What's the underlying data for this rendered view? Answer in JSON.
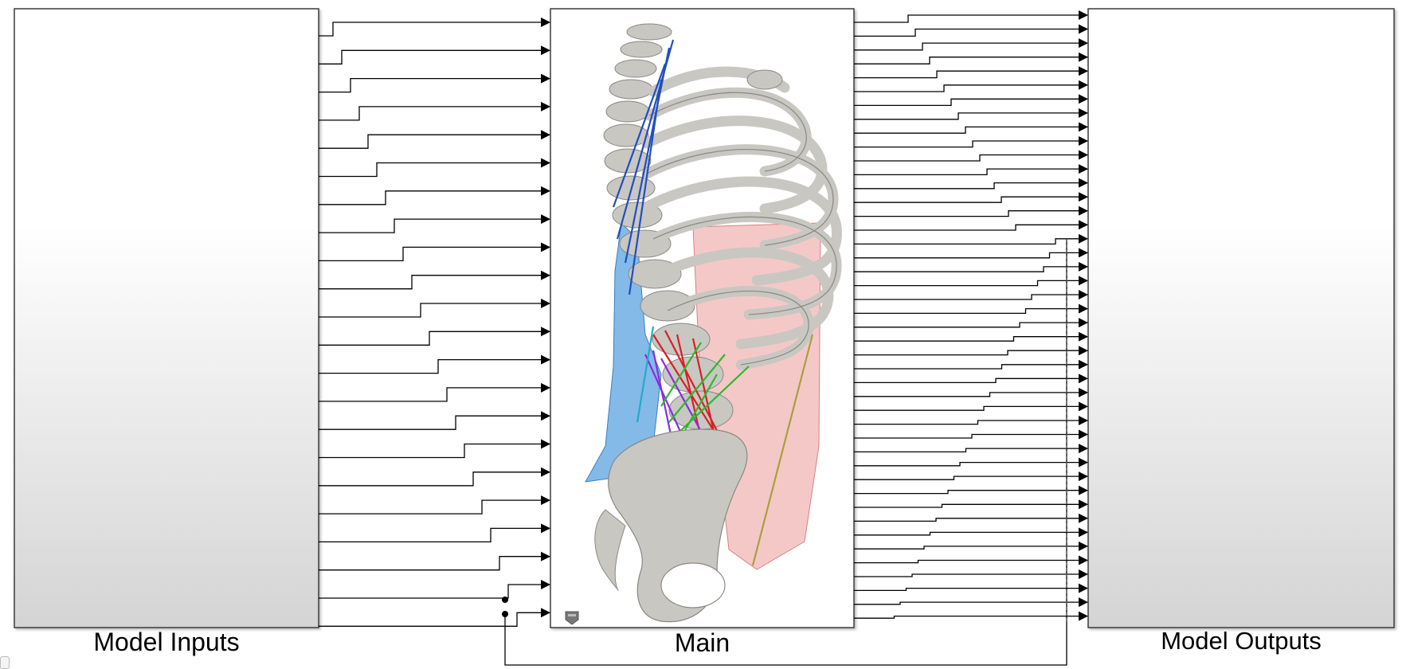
{
  "diagram": {
    "blocks": {
      "inputs": {
        "label": "Model Inputs"
      },
      "main": {
        "label": "Main",
        "image": "human-torso-spine-ribcage-pelvis-muscle-model",
        "mask_icon": "subsystem-mask-icon"
      },
      "outputs": {
        "label": "Model Outputs"
      }
    },
    "colors": {
      "block_border": "#3a3a3a",
      "block_gradient_top": "#ffffff",
      "block_gradient_bottom": "#d6d6d6",
      "signal_line": "#000000",
      "bone": "#c9c7c2",
      "tissue": "#e88e8e",
      "muscle_blue": "#4a90d9",
      "line_blue": "#1f4fbf",
      "line_red": "#d81f26",
      "line_green": "#2eb82e",
      "line_purple": "#8a2be2"
    },
    "input_signal_count": 22,
    "output_signal_count": 44,
    "feedback_line": true
  }
}
